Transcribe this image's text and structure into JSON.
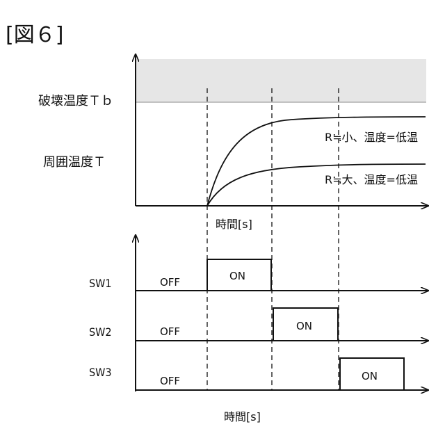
{
  "figure_label": "[図６]",
  "upper_graph": {
    "y_labels": {
      "breakdown": "破壊温度Ｔｂ",
      "ambient": "周囲温度Ｔ"
    },
    "curve_labels": {
      "small_r": "R≒小、温度=低温",
      "large_r": "R≒大、温度=低温"
    },
    "x_axis_label": "時間[s]"
  },
  "switch_chart": {
    "x_axis_label": "時間[s]",
    "rows": [
      {
        "name": "SW1",
        "off": "OFF",
        "on": "ON"
      },
      {
        "name": "SW2",
        "off": "OFF",
        "on": "ON"
      },
      {
        "name": "SW3",
        "off": "OFF",
        "on": "ON"
      }
    ]
  },
  "colors": {
    "breakdown_zone": "#e6e6e6",
    "line": "#111111"
  }
}
